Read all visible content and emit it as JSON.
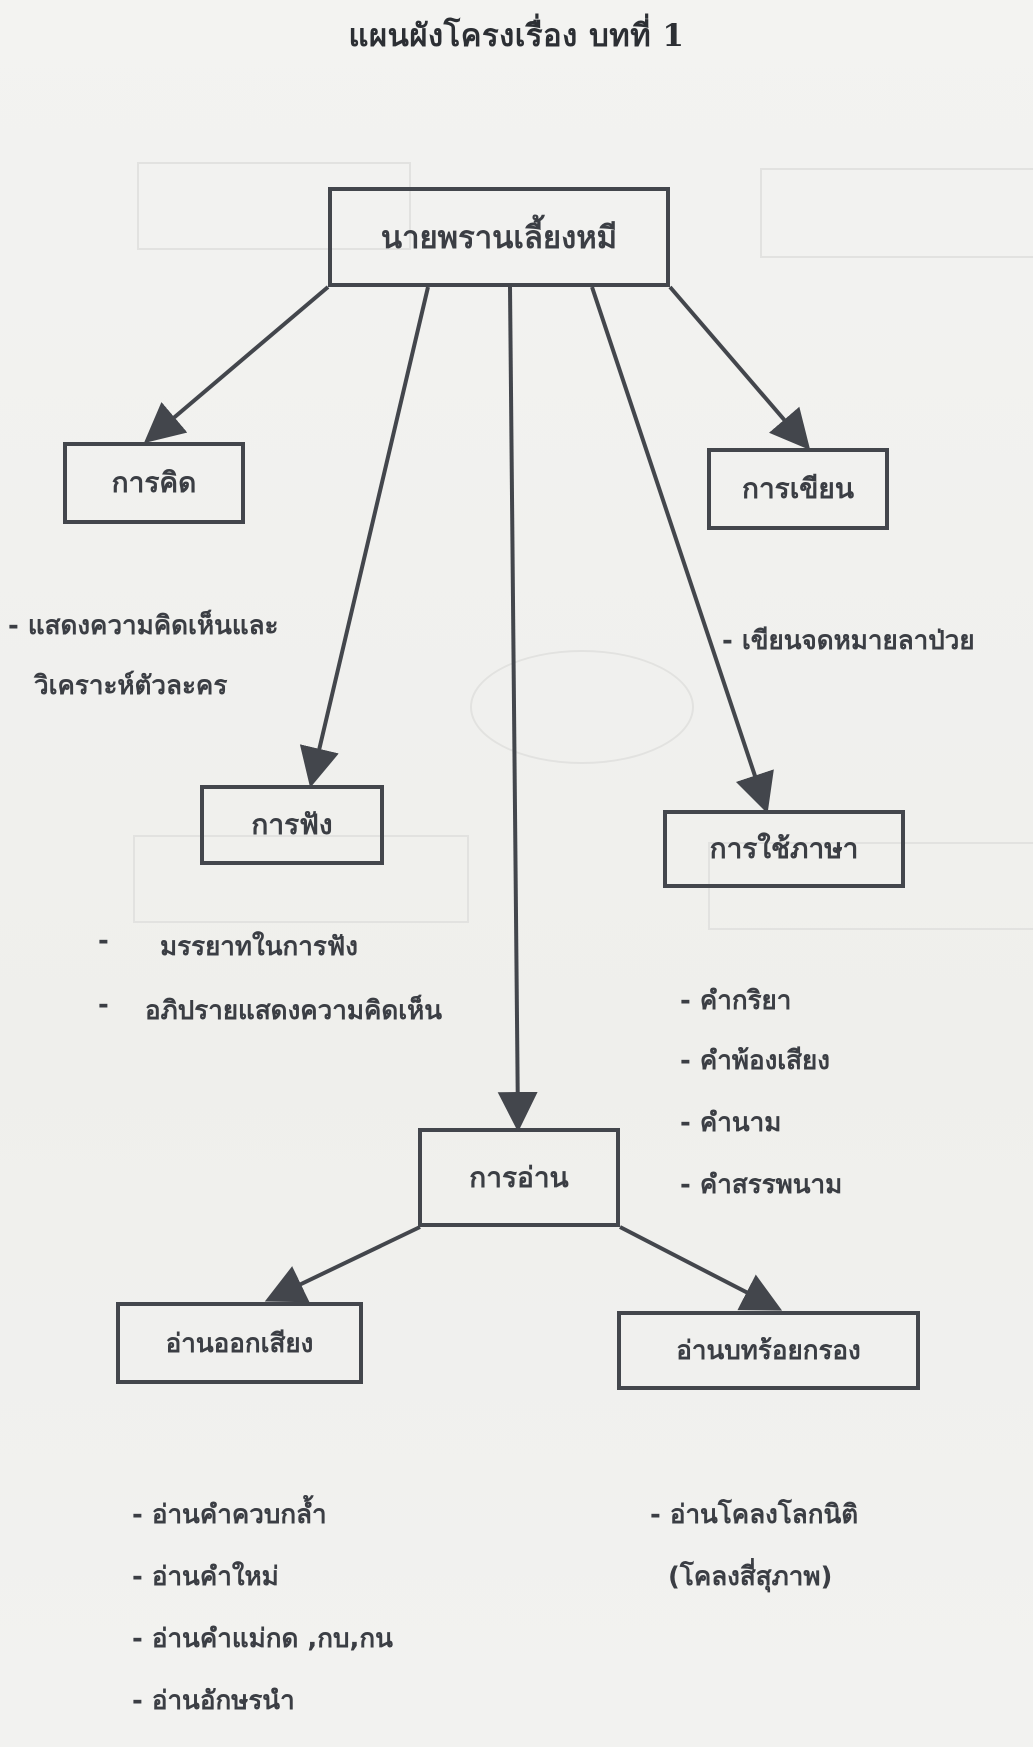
{
  "page": {
    "title": "แผนผังโครงเรื่อง บทที่ 1",
    "colors": {
      "ink": "#3b3e44",
      "line": "#43464c",
      "paper": "#f1f1ef",
      "bleed_through": "#dcdcda"
    }
  },
  "diagram": {
    "root": {
      "label": "นายพรานเลี้ยงหมี"
    },
    "nodes": {
      "thinking": {
        "label": "การคิด",
        "details": [
          "- แสดงความคิดเห็นและ",
          "วิเคราะห์ตัวละคร"
        ]
      },
      "writing": {
        "label": "การเขียน",
        "details": [
          "- เขียนจดหมายลาป่วย"
        ]
      },
      "listening": {
        "label": "การฟัง",
        "details": [
          "-",
          "มรรยาทในการฟัง",
          "-",
          "อภิปรายแสดงความคิดเห็น"
        ]
      },
      "language_use": {
        "label": "การใช้ภาษา",
        "details": [
          "-  คำกริยา",
          "- คำพ้องเสียง",
          "- คำนาม",
          "- คำสรรพนาม"
        ]
      },
      "reading": {
        "label": "การอ่าน",
        "children": {
          "reading_aloud": {
            "label": "อ่านออกเสียง",
            "details": [
              "-  อ่านคำควบกล้ำ",
              "- อ่านคำใหม่",
              "- อ่านคำแม่กด ,กบ,กน",
              "- อ่านอักษรนำ"
            ]
          },
          "reading_poetry": {
            "label": "อ่านบทร้อยกรอง",
            "details": [
              "- อ่านโคลงโลกนิติ",
              "(โคลงสี่สุภาพ)"
            ]
          }
        }
      }
    },
    "edges": [
      {
        "from": "นายพรานเลี้ยงหมี",
        "to": "การคิด"
      },
      {
        "from": "นายพรานเลี้ยงหมี",
        "to": "การฟัง"
      },
      {
        "from": "นายพรานเลี้ยงหมี",
        "to": "การอ่าน"
      },
      {
        "from": "นายพรานเลี้ยงหมี",
        "to": "การใช้ภาษา"
      },
      {
        "from": "นายพรานเลี้ยงหมี",
        "to": "การเขียน"
      },
      {
        "from": "การอ่าน",
        "to": "อ่านออกเสียง"
      },
      {
        "from": "การอ่าน",
        "to": "อ่านบทร้อยกรอง"
      }
    ]
  }
}
